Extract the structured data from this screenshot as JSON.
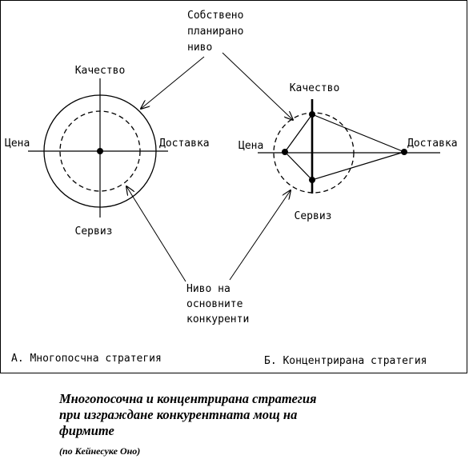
{
  "figure": {
    "annotation_top": [
      "Собствено",
      "планирано",
      "ниво"
    ],
    "annotation_bottom": [
      "Ниво на",
      "основните",
      "конкуренти"
    ],
    "panel_a": {
      "caption": "А. Многопосчна стратегия",
      "labels": {
        "top": "Качество",
        "left": "Цена",
        "right": "Доставка",
        "bottom": "Сервиз"
      }
    },
    "panel_b": {
      "caption": "Б. Концентрирана стратегия",
      "labels": {
        "top": "Качество",
        "left": "Цена",
        "right": "Доставка",
        "bottom": "Сервиз"
      }
    }
  },
  "caption": {
    "line1": "Многопосочна и концентрирана стратегия",
    "line2": "при изграждане конкурентната мощ на",
    "line3": "фирмите",
    "source": "(по Кейнесуке Оно)"
  }
}
